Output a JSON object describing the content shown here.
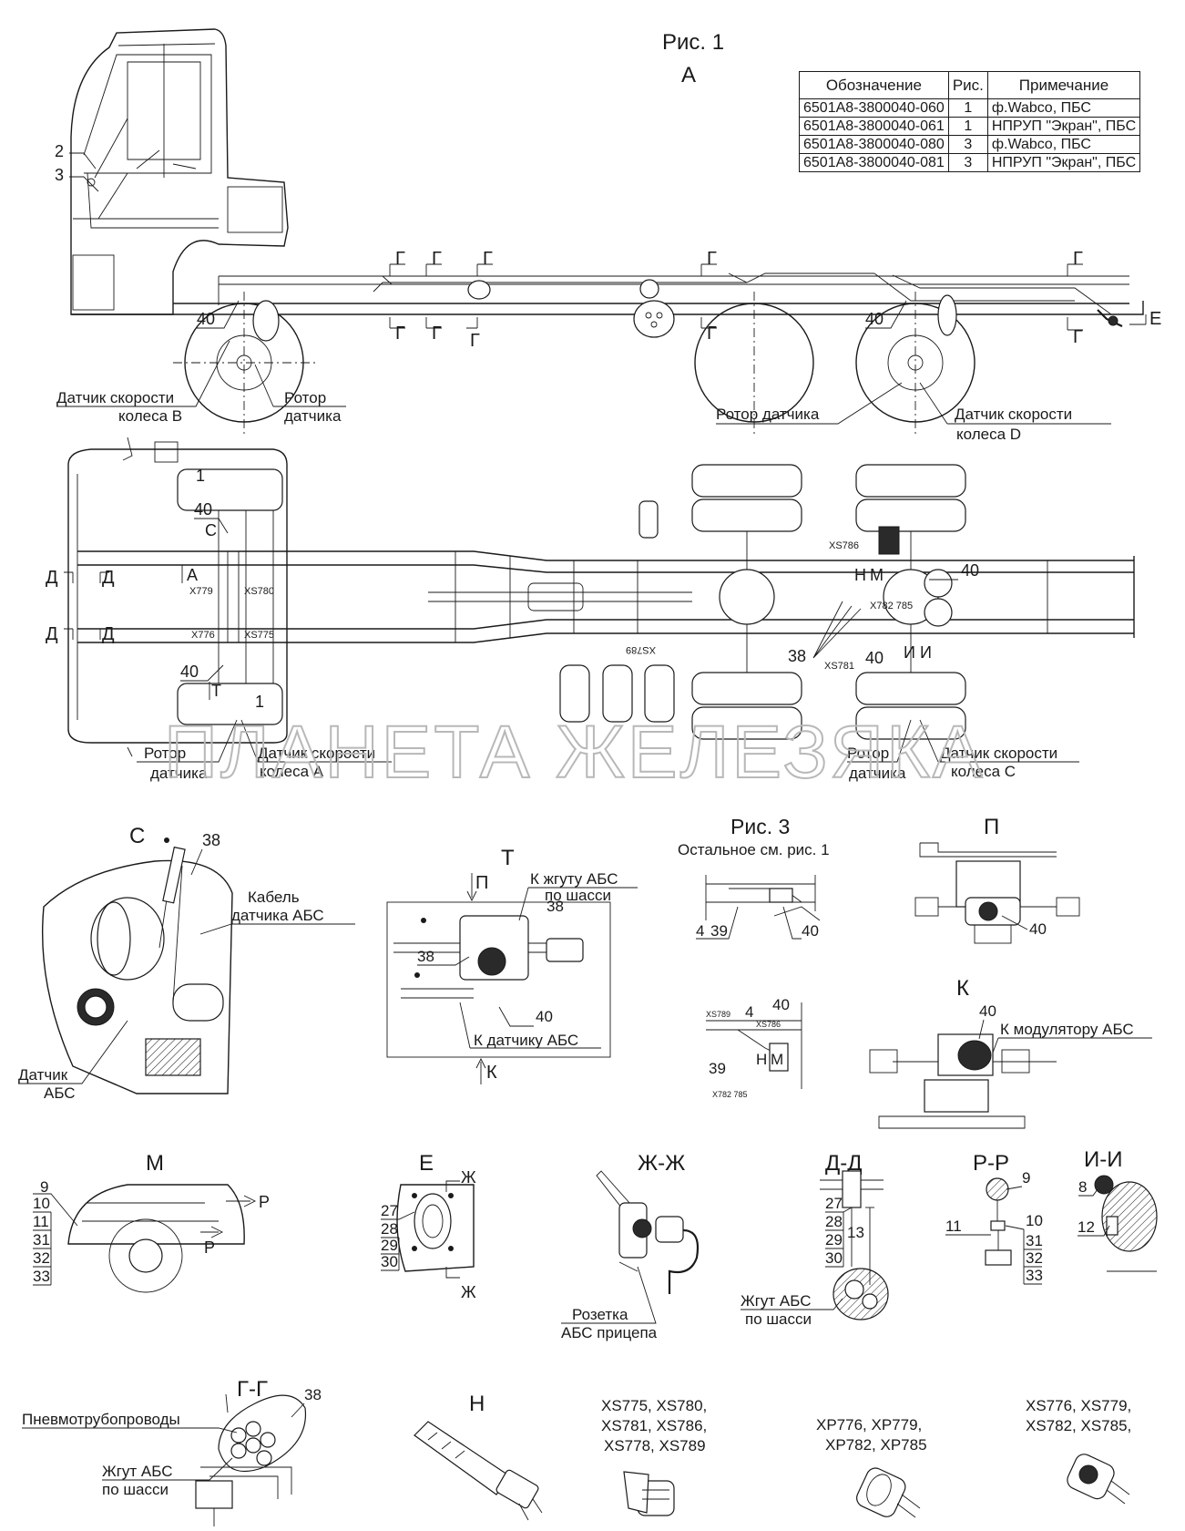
{
  "title": {
    "fig1": "Рис. 1",
    "view_a": "А",
    "fig3": "Рис. 3",
    "fig3_note": "Остальное см. рис. 1"
  },
  "spec_table": {
    "headers": [
      "Обозначение",
      "Рис.",
      "Примечание"
    ],
    "rows": [
      [
        "6501А8-3800040-060",
        "1",
        "ф.Wabco, ПБС"
      ],
      [
        "6501А8-3800040-061",
        "1",
        "НПРУП \"Экран\", ПБС"
      ],
      [
        "6501А8-3800040-080",
        "3",
        "ф.Wabco, ПБС"
      ],
      [
        "6501А8-3800040-081",
        "3",
        "НПРУП \"Экран\", ПБС"
      ]
    ]
  },
  "side_view": {
    "callouts": [
      "2",
      "3",
      "40",
      "40"
    ],
    "section_marks": [
      "Г",
      "Г",
      "Г",
      "Г",
      "Г",
      "Г",
      "Г",
      "Г",
      "Г",
      "Г",
      "Е"
    ],
    "speed_sensor_b": [
      "Датчик скорости",
      "колеса В"
    ],
    "rotor": [
      "Ротор",
      "датчика"
    ],
    "rotor_single": "Ротор датчика",
    "speed_sensor_d": [
      "Датчик скорости",
      "колеса D"
    ]
  },
  "top_view": {
    "callouts": [
      "1",
      "40",
      "С",
      "А",
      "40",
      "Т",
      "1",
      "40",
      "38",
      "40",
      "М",
      "Н",
      "И",
      "И"
    ],
    "section_marks": [
      "Д",
      "Д",
      "Д",
      "Д"
    ],
    "connectors": [
      "X779",
      "XS780",
      "X776",
      "XS775",
      "XS786",
      "X782 785",
      "XS781",
      "XS789"
    ],
    "rotor_a": [
      "Ротор",
      "датчика"
    ],
    "speed_sensor_a": [
      "Датчик скорости",
      "колеса А"
    ],
    "rotor_c": [
      "Ротор",
      "датчика"
    ],
    "speed_sensor_c": [
      "Датчик скорости",
      "колеса С"
    ]
  },
  "watermark": "ПЛАНЕТА ЖЕЛЕЗЯКА",
  "detail_c": {
    "title": "С",
    "callout": "38",
    "cable": [
      "Кабель",
      "датчика АБС"
    ],
    "sensor": [
      "Датчик",
      "АБС"
    ]
  },
  "detail_t": {
    "title": "Т",
    "mark_p": "П",
    "mark_k": "К",
    "to_harness": [
      "К жгуту АБС",
      "по шасси"
    ],
    "to_sensor": "К датчику АБС",
    "callouts": [
      "38",
      "38",
      "40"
    ]
  },
  "fig3_view": {
    "callouts": [
      "4",
      "39",
      "40"
    ]
  },
  "fig3_view2": {
    "connectors": [
      "XS789",
      "XS786",
      "X782 785"
    ],
    "callouts": [
      "4",
      "40",
      "39",
      "Н",
      "М"
    ]
  },
  "detail_p": {
    "title": "П",
    "callout": "40"
  },
  "detail_k": {
    "title": "К",
    "callout": "40",
    "to_modulator": "К модулятору АБС"
  },
  "detail_m": {
    "title": "М",
    "callouts": [
      "9",
      "10",
      "11",
      "31",
      "32",
      "33"
    ],
    "mark_r": "Р",
    "mark_r2": "Р"
  },
  "detail_e": {
    "title": "Е",
    "callouts": [
      "27",
      "28",
      "29",
      "30"
    ],
    "mark_zh": "Ж",
    "mark_zh2": "Ж"
  },
  "detail_zhzh": {
    "title": "Ж-Ж",
    "socket": [
      "Розетка",
      "АБС прицепа"
    ]
  },
  "detail_dd": {
    "title": "Д-Д",
    "callouts": [
      "27",
      "28",
      "29",
      "30",
      "13"
    ],
    "harness": [
      "Жгут АБС",
      "по шасси"
    ]
  },
  "detail_rr": {
    "title": "Р-Р",
    "callouts": [
      "9",
      "11",
      "10",
      "31",
      "32",
      "33"
    ]
  },
  "detail_ii": {
    "title": "И-И",
    "callouts": [
      "8",
      "12"
    ]
  },
  "detail_gg": {
    "title": "Г-Г",
    "callout": "38",
    "pneumo": "Пневмотрубопроводы",
    "harness": [
      "Жгут АБС",
      "по шасси"
    ]
  },
  "detail_n": {
    "title": "Н"
  },
  "conn_group1": [
    "XS775, XS780,",
    "XS781, XS786,",
    "XS778, XS789"
  ],
  "conn_group2": [
    "XP776, XP779,",
    "XP782, XP785"
  ],
  "conn_group3": [
    "XS776, XS779,",
    "XS782, XS785,"
  ]
}
